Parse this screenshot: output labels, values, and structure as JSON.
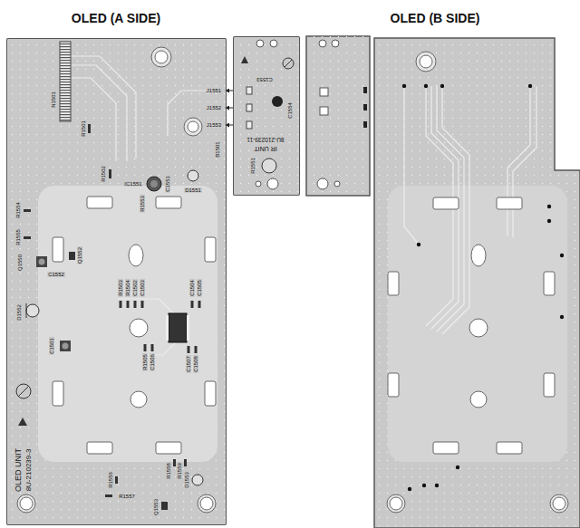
{
  "diagram": {
    "nodes": [
      {
        "text": [
          "OLED UNIT",
          "8U-210239-3"
        ]
      },
      {
        "text": [
          "IR UNIT",
          "8U-210239-11"
        ]
      }
    ],
    "labels": [
      "OLED (A SIDE)",
      "OLED (B SIDE)",
      "N1501",
      "R1501",
      "R1502",
      "B1501",
      "IC1551",
      "R1553",
      "C1551",
      "D1551",
      "R1554",
      "R1555",
      "Q1550",
      "Q1552",
      "C1552",
      "D1552",
      "C1501",
      "R1503",
      "R1504",
      "C1502",
      "C1503",
      "C1504",
      "C1505",
      "R1505",
      "C1506",
      "C1507",
      "C1508",
      "R1556",
      "R1557",
      "R1558",
      "R1559",
      "D1553",
      "Q1553",
      "J1551",
      "J1552",
      "J1553",
      "C1553",
      "C1554",
      "R1551"
    ]
  }
}
